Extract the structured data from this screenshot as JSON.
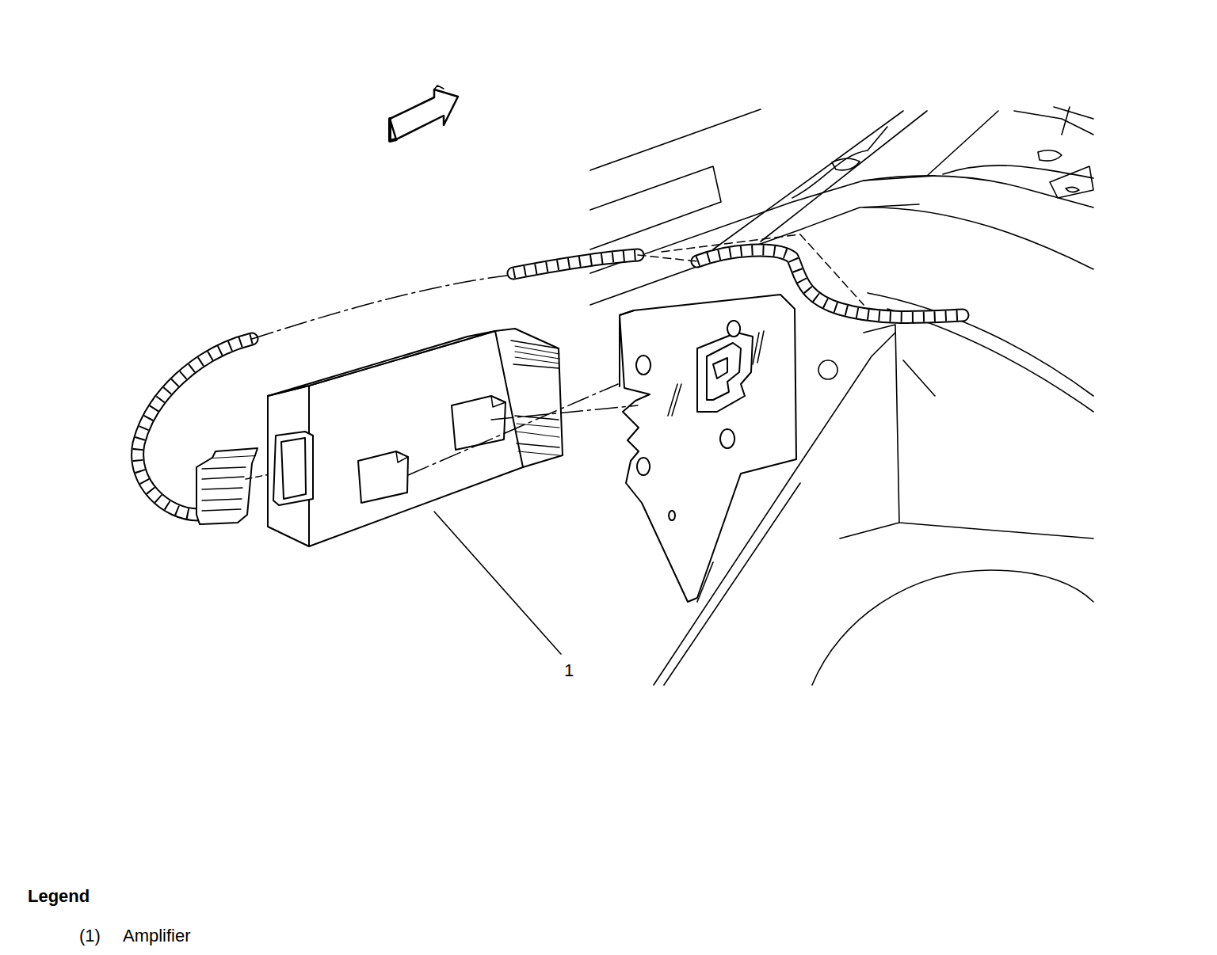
{
  "diagram": {
    "labels": [
      "1",
      "Legend",
      "(1)",
      "Amplifier"
    ]
  }
}
